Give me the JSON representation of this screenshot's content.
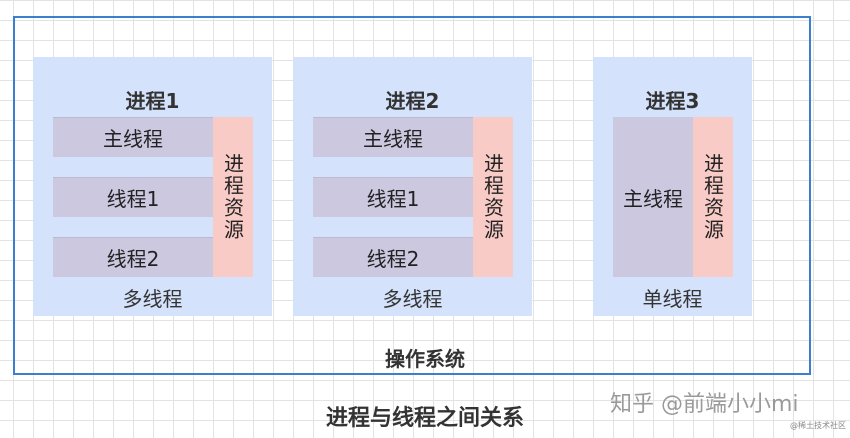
{
  "os_label": "操作系统",
  "caption": "进程与线程之间关系",
  "processes": [
    {
      "title": "进程1",
      "threads": [
        "主线程",
        "线程1",
        "线程2"
      ],
      "resource": "进程资源",
      "footer": "多线程"
    },
    {
      "title": "进程2",
      "threads": [
        "主线程",
        "线程1",
        "线程2"
      ],
      "resource": "进程资源",
      "footer": "多线程"
    },
    {
      "title": "进程3",
      "threads": [
        "主线程"
      ],
      "resource": "进程资源",
      "footer": "单线程"
    }
  ],
  "watermark": "知乎 @前端小小mi",
  "badge": "@稀土技术社区",
  "colors": {
    "os_border": "#3b7fcf",
    "process_bg": "#d4e2fb",
    "thread_bg": "#cbc8e0",
    "resource_bg": "#f8cbc6"
  }
}
